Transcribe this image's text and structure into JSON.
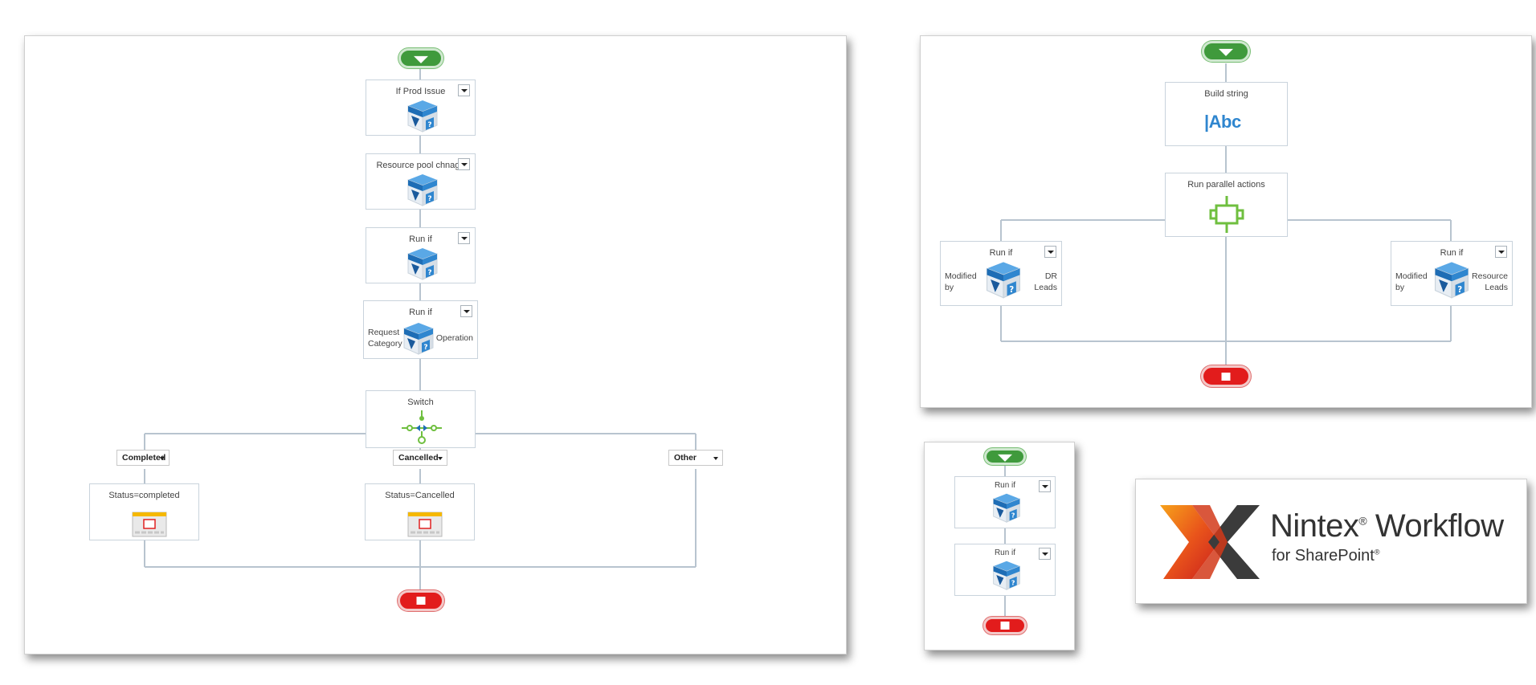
{
  "colors": {
    "start": "#3f9a3c",
    "end": "#e21c1c",
    "connector": "#b8c4cf",
    "icon_blue": "#2f86cf",
    "parallel_green": "#6fbf3f",
    "logo_orange": "#e9541b",
    "logo_dark": "#3b3b3b"
  },
  "icons": {
    "run_if": "run-if-cube-icon",
    "build_string": "abc-text-icon",
    "parallel": "parallel-actions-icon",
    "switch": "switch-icon",
    "set_field": "set-field-calendar-icon",
    "start": "start-triangle-icon",
    "end": "stop-square-icon"
  },
  "workflow_main": {
    "nodes": [
      {
        "title": "If Prod Issue"
      },
      {
        "title": "Resource pool chnage"
      },
      {
        "title": "Run if"
      },
      {
        "title": "Run if",
        "left_label_1": "Request",
        "left_label_2": "Category",
        "right_label": "Operation"
      },
      {
        "title": "Switch"
      }
    ],
    "branches": [
      {
        "label": "Completed",
        "action": "Status=completed"
      },
      {
        "label": "Cancelled",
        "action": "Status=Cancelled"
      },
      {
        "label": "Other"
      }
    ]
  },
  "workflow_parallel": {
    "build_string": "Build string",
    "abc_text": "|Abc",
    "parallel": "Run parallel actions",
    "left_branch": {
      "title": "Run if",
      "left_1": "Modified",
      "left_2": "by",
      "right_1": "DR",
      "right_2": "Leads"
    },
    "right_branch": {
      "title": "Run if",
      "left_1": "Modified",
      "left_2": "by",
      "right_1": "Resource",
      "right_2": "Leads"
    }
  },
  "workflow_small": {
    "nodes": [
      {
        "title": "Run if"
      },
      {
        "title": "Run if"
      }
    ]
  },
  "logo": {
    "brand": "Nintex",
    "product": "Workflow",
    "reg": "®",
    "sub_text": "for SharePoint",
    "sub_reg": "®"
  }
}
